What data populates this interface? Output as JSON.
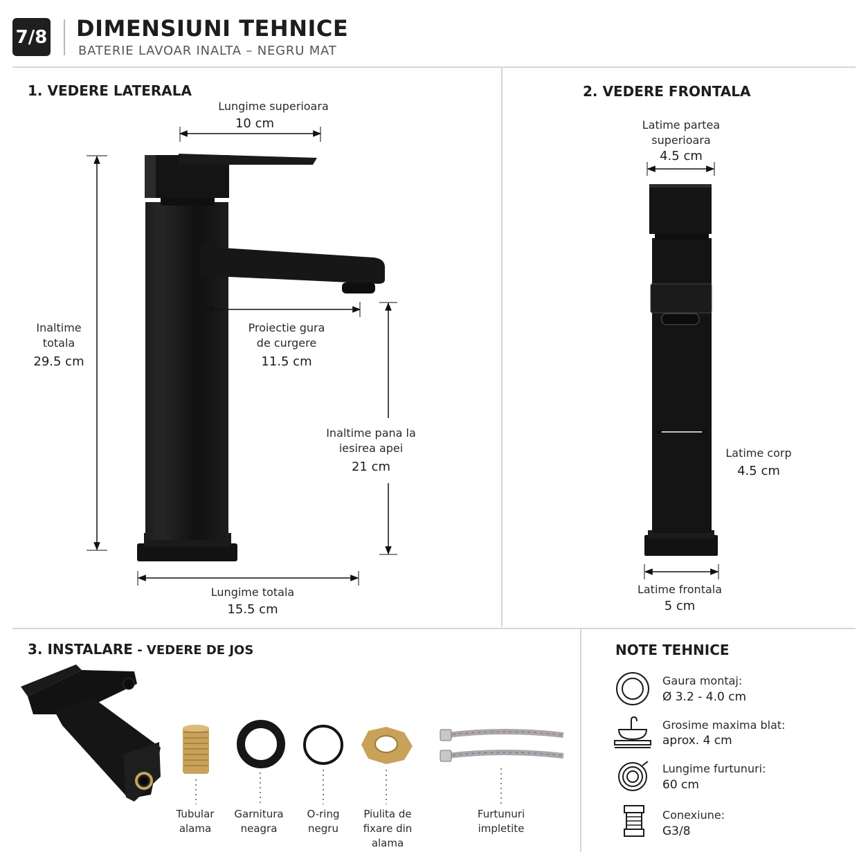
{
  "header": {
    "badge": "7/8",
    "title": "DIMENSIUNI TEHNICE",
    "subtitle": "BATERIE LAVOAR INALTA – NEGRU MAT"
  },
  "side_view": {
    "heading": "1. VEDERE LATERALA",
    "top_length": {
      "label": "Lungime superioara",
      "value": "10 cm"
    },
    "total_height": {
      "label_1": "Inaltime",
      "label_2": "totala",
      "value": "29.5 cm"
    },
    "spout_projection": {
      "label_1": "Proiectie gura",
      "label_2": "de curgere",
      "value": "11.5 cm"
    },
    "outlet_height": {
      "label_1": "Inaltime pana la",
      "label_2": "iesirea apei",
      "value": "21 cm"
    },
    "total_length": {
      "label": "Lungime totala",
      "value": "15.5 cm"
    }
  },
  "front_view": {
    "heading": "2. VEDERE FRONTALA",
    "top_width": {
      "label_1": "Latime partea",
      "label_2": "superioara",
      "value": "4.5 cm"
    },
    "body_width": {
      "label": "Latime corp",
      "value": "4.5 cm"
    },
    "front_width": {
      "label": "Latime frontala",
      "value": "5 cm"
    }
  },
  "install": {
    "heading_bold": "3. INSTALARE",
    "heading_rest": " - VEDERE DE JOS",
    "parts": [
      {
        "line1": "Tubular",
        "line2": "alama",
        "line3": ""
      },
      {
        "line1": "Garnitura",
        "line2": "neagra",
        "line3": ""
      },
      {
        "line1": "O-ring",
        "line2": "negru",
        "line3": ""
      },
      {
        "line1": "Piulita de",
        "line2": "fixare din",
        "line3": "alama"
      },
      {
        "line1": "Furtunuri",
        "line2": "impletite",
        "line3": ""
      }
    ]
  },
  "notes": {
    "heading": "NOTE TEHNICE",
    "items": [
      {
        "icon": "ring-icon",
        "label": "Gaura montaj:",
        "value": "Ø 3.2 - 4.0 cm"
      },
      {
        "icon": "sink-icon",
        "label": "Grosime maxima blat:",
        "value": "aprox. 4 cm"
      },
      {
        "icon": "hose-coil-icon",
        "label": "Lungime furtunuri:",
        "value": "60 cm"
      },
      {
        "icon": "connector-icon",
        "label": "Conexiune:",
        "value": "G3/8"
      }
    ]
  },
  "colors": {
    "product": "#151515",
    "brass": "#c9a25a",
    "divider": "#d5d5d5"
  }
}
